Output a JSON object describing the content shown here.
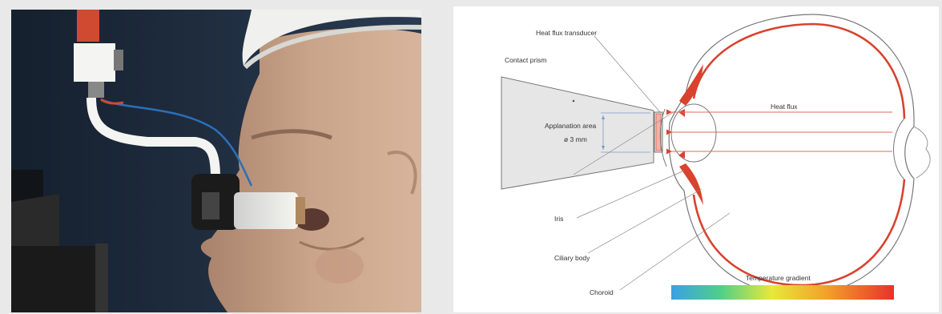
{
  "diagram": {
    "labels": {
      "heat_flux_transducer": "Heat flux transducer",
      "contact_prism": "Contact prism",
      "applanation_area": "Applanation area",
      "diameter": "ø 3 mm",
      "heat_flux": "Heat flux",
      "iris": "Iris",
      "ciliary_body": "Ciliary body",
      "choroid": "Choroid",
      "temperature_gradient": "Temperature gradient"
    },
    "colors": {
      "vessel_red": "#d8432e",
      "arrow_red": "#e06a5a",
      "prism_gray": "#e6e6e6",
      "gradient": [
        "#3aa0e6",
        "#4fcf8a",
        "#e8e83a",
        "#f2a02a",
        "#e8322a"
      ]
    }
  }
}
